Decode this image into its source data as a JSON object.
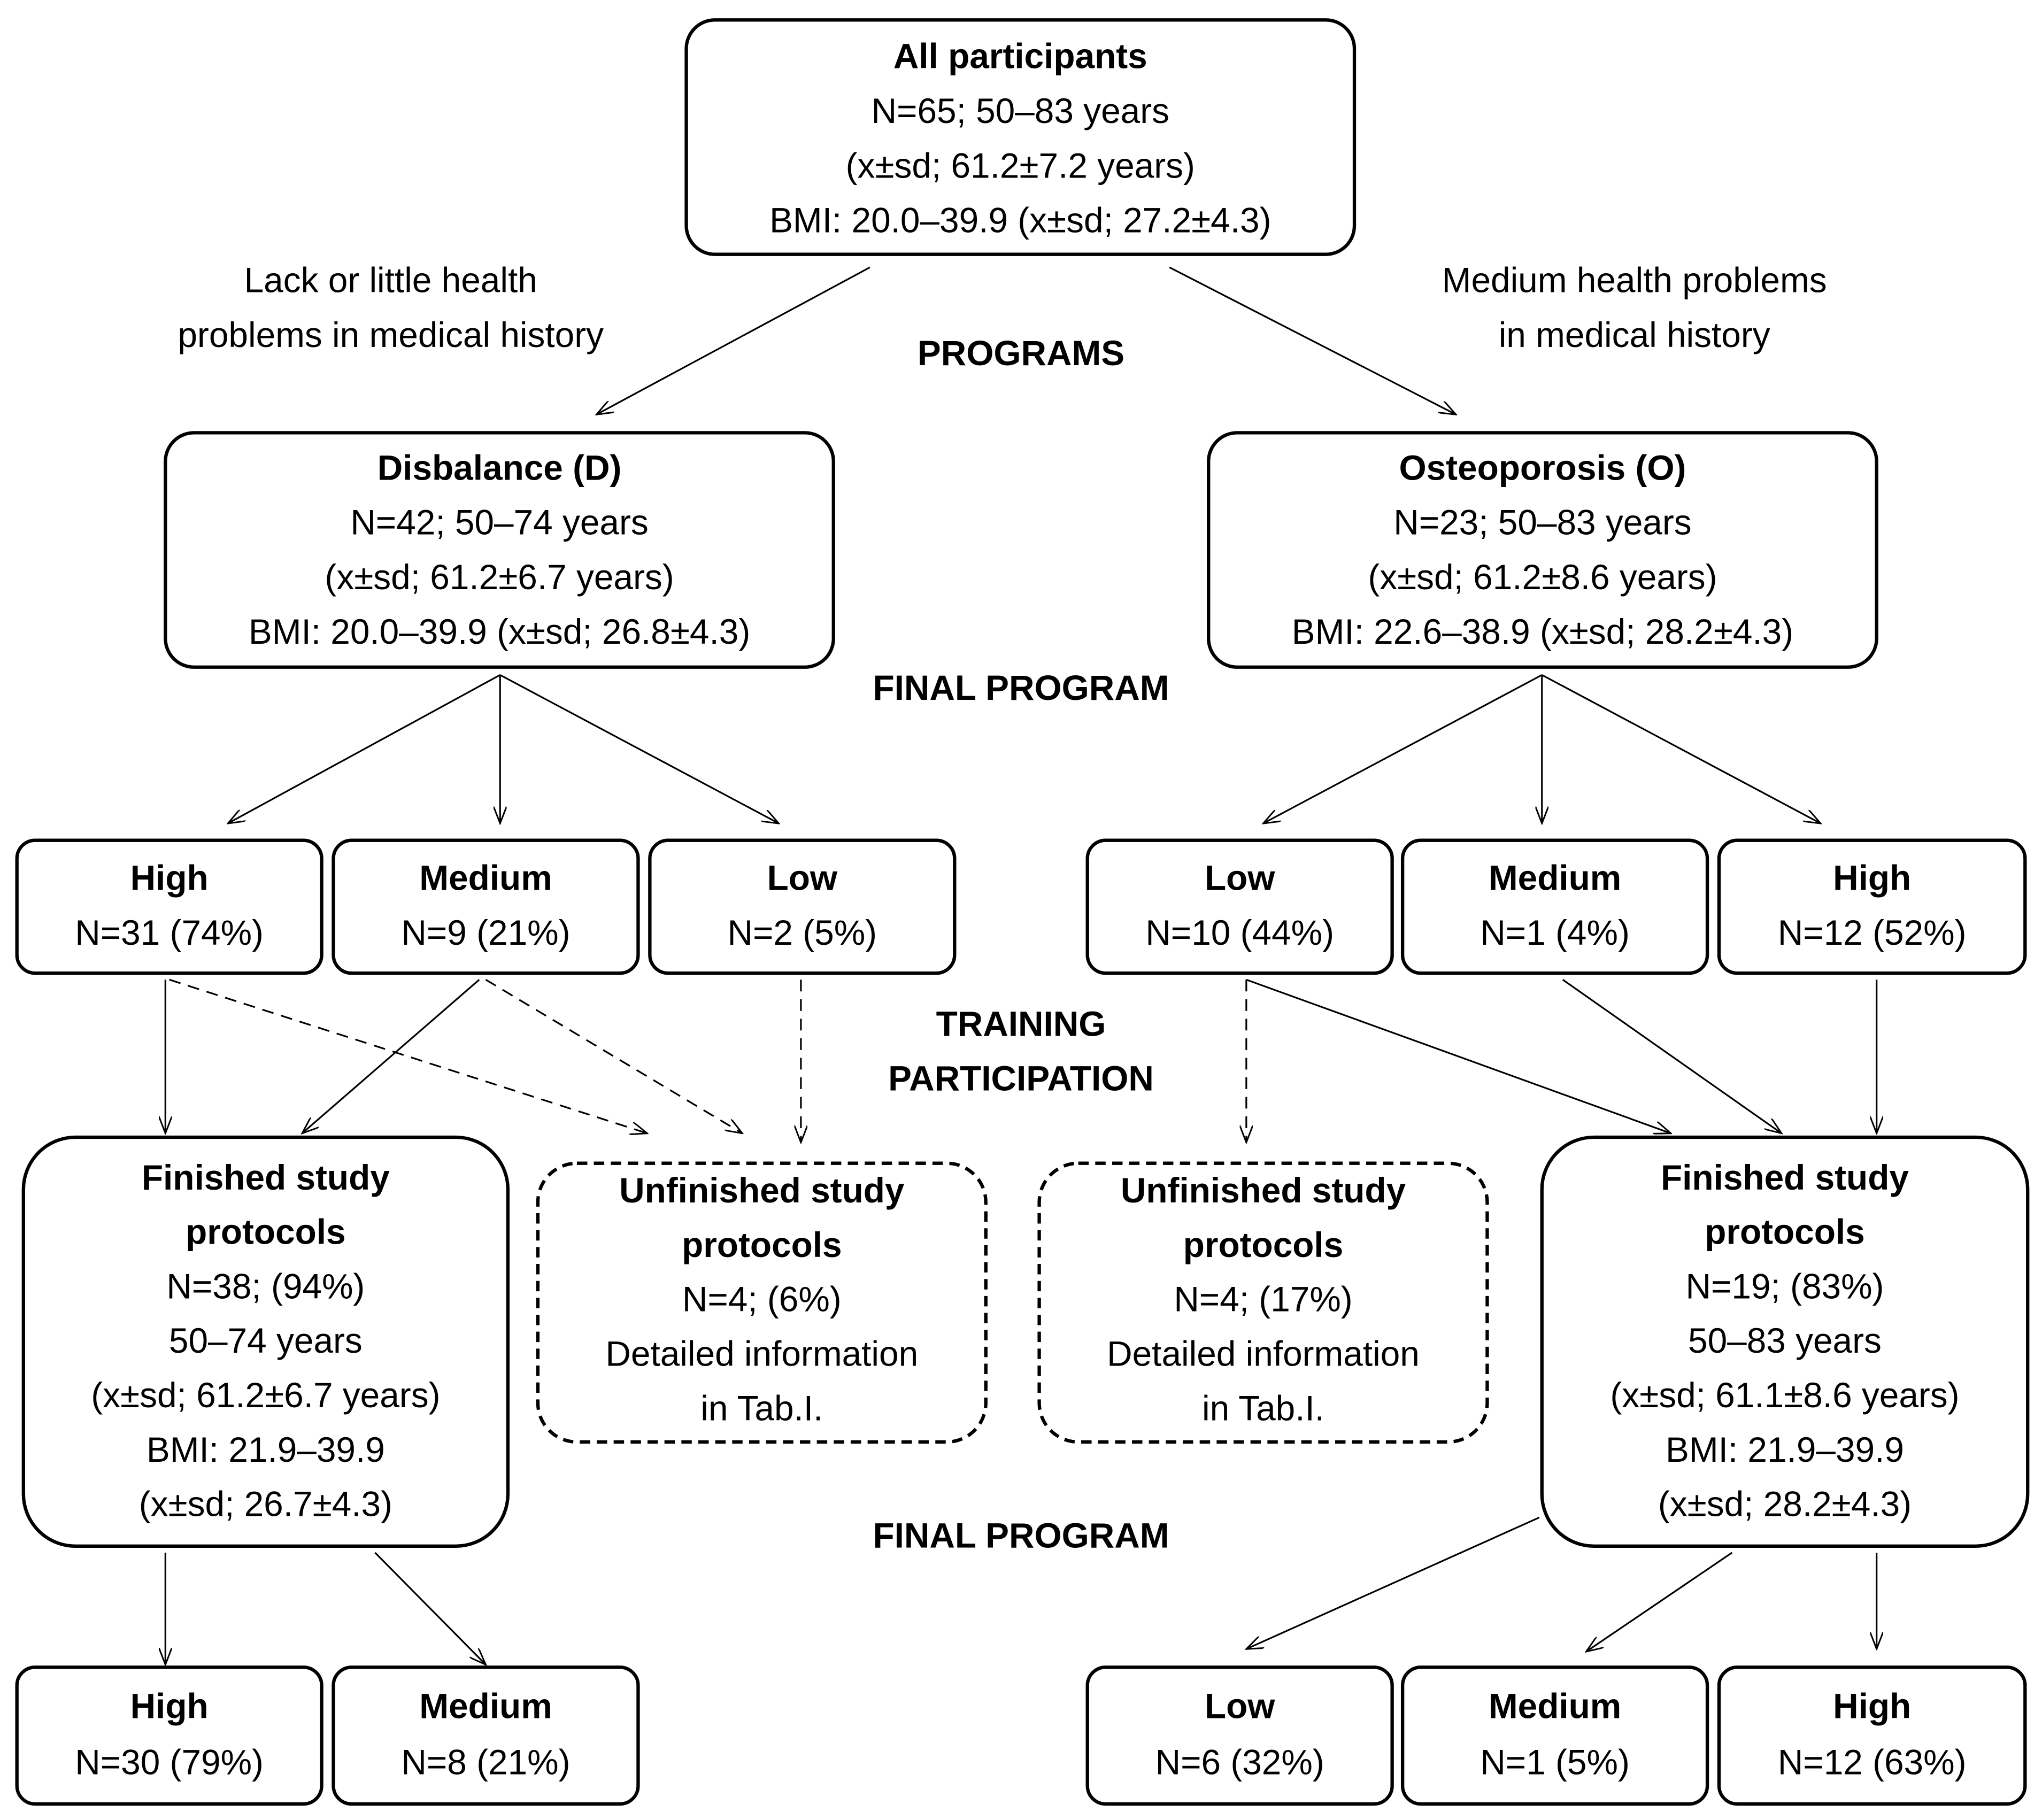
{
  "section_labels": {
    "programs": "PROGRAMS",
    "final_program_1": "FINAL PROGRAM",
    "training_1": "TRAINING",
    "training_2": "PARTICIPATION",
    "final_program_2": "FINAL PROGRAM"
  },
  "branch_labels": {
    "left": [
      "Lack or little health",
      "problems in medical history"
    ],
    "right": [
      "Medium health problems",
      "in medical history"
    ]
  },
  "nodes": {
    "all": {
      "title": "All participants",
      "lines": [
        "N=65; 50–83 years",
        "(x±sd; 61.2±7.2 years)",
        "BMI: 20.0–39.9 (x±sd; 27.2±4.3)"
      ]
    },
    "disbalance": {
      "title": "Disbalance (D)",
      "lines": [
        "N=42; 50–74 years",
        "(x±sd; 61.2±6.7 years)",
        "BMI: 20.0–39.9 (x±sd; 26.8±4.3)"
      ]
    },
    "osteoporosis": {
      "title": "Osteoporosis (O)",
      "lines": [
        "N=23; 50–83 years",
        "(x±sd; 61.2±8.6 years)",
        "BMI: 22.6–38.9 (x±sd; 28.2±4.3)"
      ]
    },
    "d_high": {
      "title": "High",
      "lines": [
        "N=31 (74%)"
      ]
    },
    "d_medium": {
      "title": "Medium",
      "lines": [
        "N=9 (21%)"
      ]
    },
    "d_low": {
      "title": "Low",
      "lines": [
        "N=2 (5%)"
      ]
    },
    "o_low": {
      "title": "Low",
      "lines": [
        "N=10 (44%)"
      ]
    },
    "o_medium": {
      "title": "Medium",
      "lines": [
        "N=1 (4%)"
      ]
    },
    "o_high": {
      "title": "High",
      "lines": [
        "N=12 (52%)"
      ]
    },
    "d_finished": {
      "title": [
        "Finished study",
        "protocols"
      ],
      "lines": [
        "N=38; (94%)",
        "50–74 years",
        "(x±sd; 61.2±6.7 years)",
        "BMI: 21.9–39.9",
        "(x±sd; 26.7±4.3)"
      ]
    },
    "d_unfinished": {
      "title": [
        "Unfinished study",
        "protocols"
      ],
      "lines": [
        "N=4; (6%)",
        "Detailed information",
        "in Tab.I."
      ]
    },
    "o_unfinished": {
      "title": [
        "Unfinished study",
        "protocols"
      ],
      "lines": [
        "N=4; (17%)",
        "Detailed information",
        "in Tab.I."
      ]
    },
    "o_finished": {
      "title": [
        "Finished study",
        "protocols"
      ],
      "lines": [
        "N=19; (83%)",
        "50–83 years",
        "(x±sd; 61.1±8.6 years)",
        "BMI: 21.9–39.9",
        "(x±sd; 28.2±4.3)"
      ]
    },
    "d_final_high": {
      "title": "High",
      "lines": [
        "N=30 (79%)"
      ]
    },
    "d_final_medium": {
      "title": "Medium",
      "lines": [
        "N=8 (21%)"
      ]
    },
    "o_final_low": {
      "title": "Low",
      "lines": [
        "N=6 (32%)"
      ]
    },
    "o_final_medium": {
      "title": "Medium",
      "lines": [
        "N=1 (5%)"
      ]
    },
    "o_final_high": {
      "title": "High",
      "lines": [
        "N=12 (63%)"
      ]
    }
  }
}
